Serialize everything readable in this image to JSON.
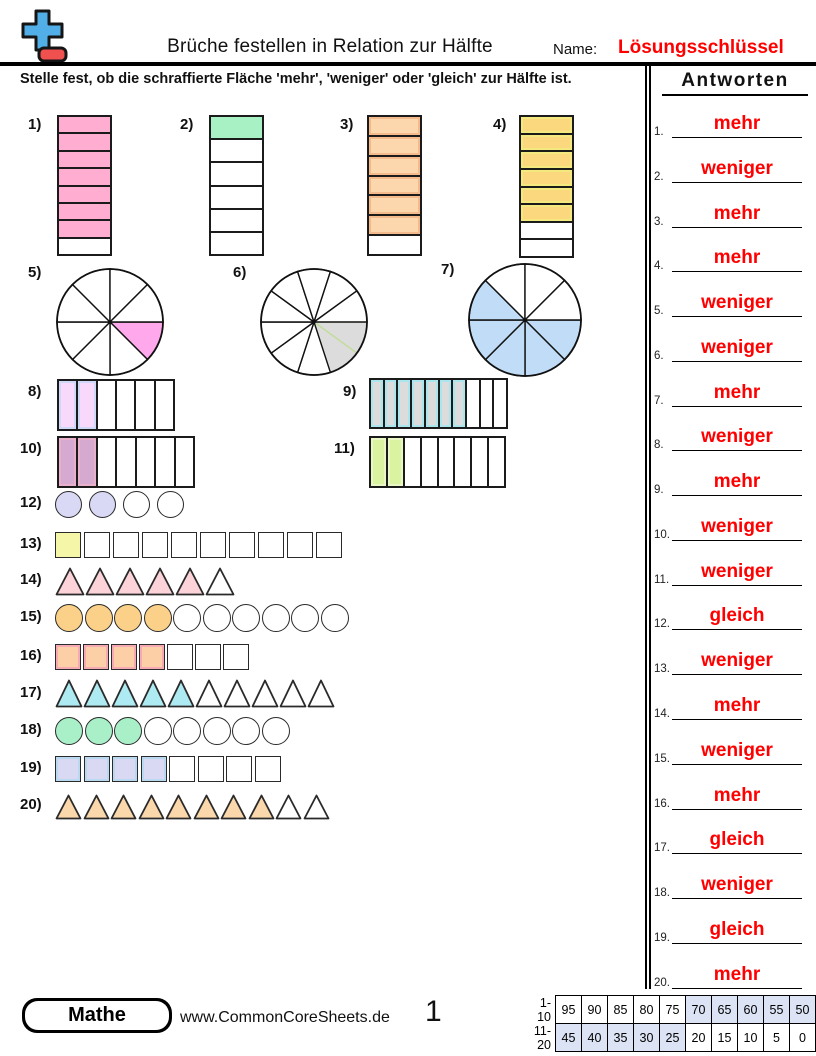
{
  "header": {
    "title": "Brüche festellen in Relation zur Hälfte",
    "name_label": "Name:",
    "answer_key_label": "Lösungsschlüssel",
    "answer_key_color": "#ff0000",
    "logo": {
      "plus_color": "#52aee6",
      "minus_color": "#f0504e"
    }
  },
  "instruction": "Stelle fest, ob die schraffierte Fläche 'mehr', 'weniger' oder 'gleich' zur Hälfte ist.",
  "answers": {
    "title": "Antworten",
    "color": "#ff0000",
    "items": [
      {
        "num": "1.",
        "value": "mehr"
      },
      {
        "num": "2.",
        "value": "weniger"
      },
      {
        "num": "3.",
        "value": "mehr"
      },
      {
        "num": "4.",
        "value": "mehr"
      },
      {
        "num": "5.",
        "value": "weniger"
      },
      {
        "num": "6.",
        "value": "weniger"
      },
      {
        "num": "7.",
        "value": "mehr"
      },
      {
        "num": "8.",
        "value": "weniger"
      },
      {
        "num": "9.",
        "value": "mehr"
      },
      {
        "num": "10.",
        "value": "weniger"
      },
      {
        "num": "11.",
        "value": "weniger"
      },
      {
        "num": "12.",
        "value": "gleich"
      },
      {
        "num": "13.",
        "value": "weniger"
      },
      {
        "num": "14.",
        "value": "mehr"
      },
      {
        "num": "15.",
        "value": "weniger"
      },
      {
        "num": "16.",
        "value": "mehr"
      },
      {
        "num": "17.",
        "value": "gleich"
      },
      {
        "num": "18.",
        "value": "weniger"
      },
      {
        "num": "19.",
        "value": "gleich"
      },
      {
        "num": "20.",
        "value": "mehr"
      }
    ]
  },
  "problems": [
    {
      "num": "1)",
      "type": "vertical-stack",
      "total_parts": 8,
      "shaded_parts": 7,
      "fill": "#ffaed2"
    },
    {
      "num": "2)",
      "type": "vertical-stack",
      "total_parts": 6,
      "shaded_parts": 1,
      "fill": "#a7f1c5"
    },
    {
      "num": "3)",
      "type": "vertical-stack",
      "total_parts": 7,
      "shaded_parts": 6,
      "fill": "#fcd6ad",
      "inner": "#f5ba8b"
    },
    {
      "num": "4)",
      "type": "vertical-stack",
      "total_parts": 8,
      "shaded_parts": 6,
      "fill": "#fbd87d",
      "inner": "#f3e97f"
    },
    {
      "num": "5)",
      "type": "pie",
      "total_parts": 8,
      "shaded_parts": 1,
      "shaded_slices": [
        0
      ],
      "fill": "#ffa9ec"
    },
    {
      "num": "6)",
      "type": "pie",
      "total_parts": 10,
      "shaded_parts": 2,
      "shaded_slices": [
        0,
        1
      ],
      "fill": "#dcdcdc",
      "shaded_stroke": "#c3dc9c"
    },
    {
      "num": "7)",
      "type": "pie",
      "total_parts": 8,
      "shaded_parts": 5,
      "shaded_slices": [
        0,
        1,
        2,
        3,
        4
      ],
      "fill": "#c0dcf6"
    },
    {
      "num": "8)",
      "type": "horizontal-strip",
      "total_parts": 6,
      "shaded_parts": 2,
      "fill": "#f9d9fb",
      "inner": "#cdd9f6"
    },
    {
      "num": "9)",
      "type": "horizontal-strip",
      "total_parts": 10,
      "shaded_parts": 7,
      "fill": "#dcdcdc",
      "inner": "#abe6ef"
    },
    {
      "num": "10)",
      "type": "horizontal-strip",
      "total_parts": 7,
      "shaded_parts": 2,
      "fill": "#d6a9d1",
      "inner": "#e9b0cc"
    },
    {
      "num": "11)",
      "type": "horizontal-strip",
      "total_parts": 8,
      "shaded_parts": 2,
      "fill": "#d9f3a1",
      "inner": "#e9f7c4"
    },
    {
      "num": "12)",
      "type": "circle-row",
      "total_parts": 4,
      "shaded_parts": 2,
      "fill": "#d9d9f6"
    },
    {
      "num": "13)",
      "type": "square-row",
      "total_parts": 10,
      "shaded_parts": 1,
      "fill": "#f6f6a9"
    },
    {
      "num": "14)",
      "type": "triangle-row",
      "total_parts": 6,
      "shaded_parts": 5,
      "fill": "#fbd3d9"
    },
    {
      "num": "15)",
      "type": "circle-row",
      "total_parts": 10,
      "shaded_parts": 4,
      "fill": "#fbd088"
    },
    {
      "num": "16)",
      "type": "square-row",
      "total_parts": 7,
      "shaded_parts": 4,
      "fill": "#fccfa6",
      "inner": "#f6aab4"
    },
    {
      "num": "17)",
      "type": "triangle-row",
      "total_parts": 10,
      "shaded_parts": 5,
      "fill": "#aeeaf2"
    },
    {
      "num": "18)",
      "type": "circle-row",
      "total_parts": 8,
      "shaded_parts": 3,
      "fill": "#a9f0c9"
    },
    {
      "num": "19)",
      "type": "square-row",
      "total_parts": 8,
      "shaded_parts": 4,
      "fill": "#d9d9f3",
      "inner": "#b9d9f0"
    },
    {
      "num": "20)",
      "type": "triangle-row",
      "total_parts": 10,
      "shaded_parts": 8,
      "fill": "#fbd8ab"
    }
  ],
  "footer": {
    "subject_badge": "Mathe",
    "website": "www.CommonCoreSheets.de",
    "page_number": "1",
    "grade_table": {
      "shaded_color": "#dbe3f4",
      "rows": [
        {
          "label": "1-10",
          "values": [
            "95",
            "90",
            "85",
            "80",
            "75",
            "70",
            "65",
            "60",
            "55",
            "50"
          ],
          "shaded_indices": [
            5,
            6,
            7,
            8,
            9
          ]
        },
        {
          "label": "11-20",
          "values": [
            "45",
            "40",
            "35",
            "30",
            "25",
            "20",
            "15",
            "10",
            "5",
            "0"
          ],
          "shaded_indices": [
            0,
            1,
            2,
            3,
            4
          ]
        }
      ]
    }
  }
}
